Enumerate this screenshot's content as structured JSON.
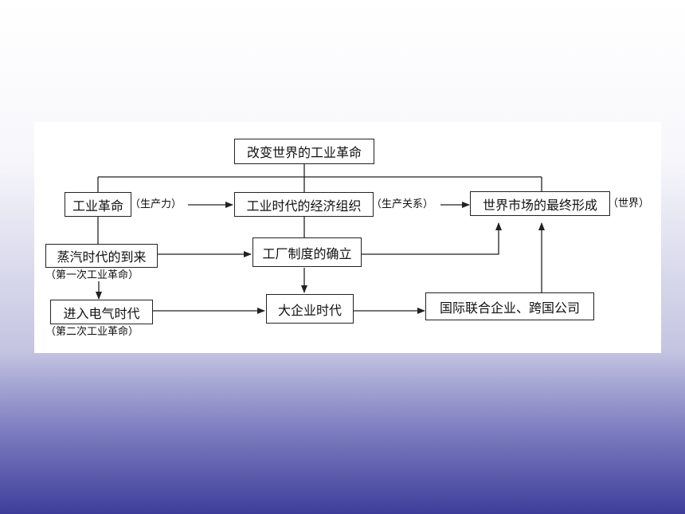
{
  "diagram": {
    "root": "改变世界的工业革命",
    "industrial_revolution": "工业革命",
    "industrial_economy": "工业时代的经济组织",
    "world_market": "世界市场的最终形成",
    "steam_age": "蒸汽时代的到来",
    "factory_system": "工厂制度的确立",
    "electric_age": "进入电气时代",
    "big_enterprise": "大企业时代",
    "multinational": "国际联合企业、跨国公司",
    "note_productivity": "（生产力）",
    "note_relations": "（生产关系）",
    "note_world": "（世界）",
    "note_first_revolution": "（第一次工业革命）",
    "note_second_revolution": "（第二次工业革命）"
  }
}
